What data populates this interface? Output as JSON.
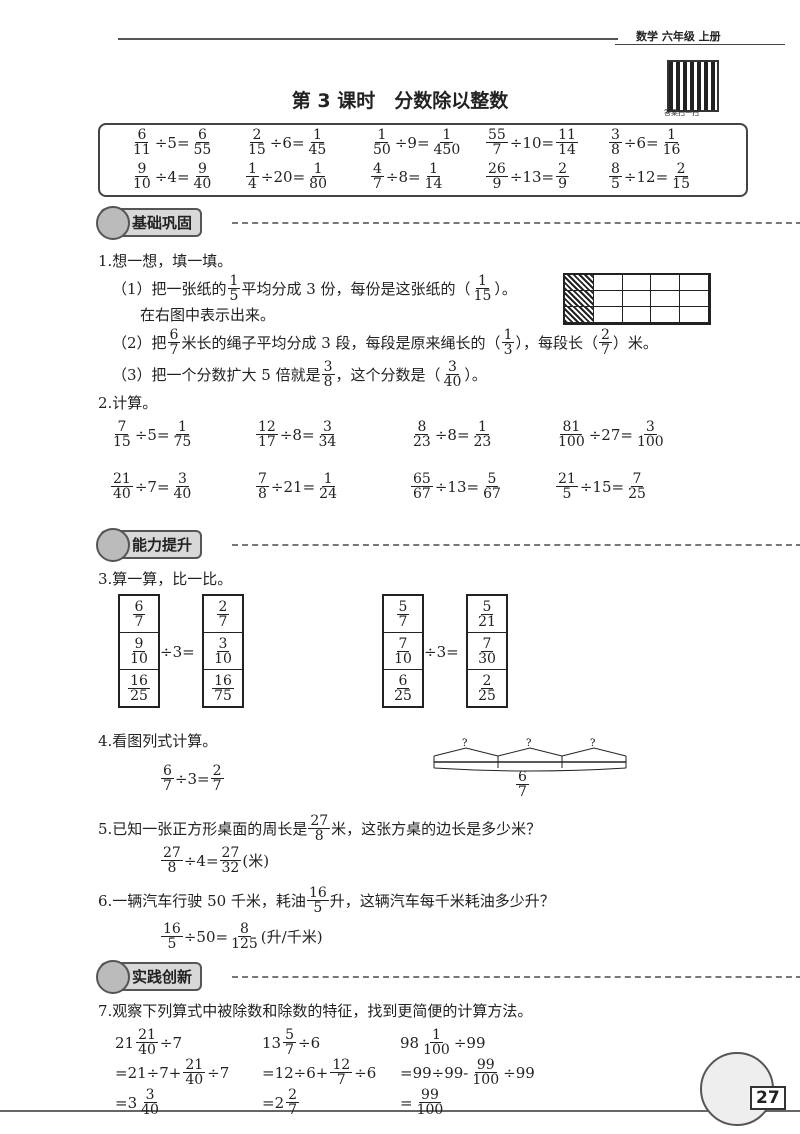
{
  "header": {
    "book": "数学 六年级 上册",
    "qr_caption": "答案扫一扫"
  },
  "title": "第 3 课时　分数除以整数",
  "warmup": [
    [
      [
        "6",
        "11"
      ],
      "÷5=",
      [
        "6",
        "55"
      ]
    ],
    [
      [
        "2",
        "15"
      ],
      "÷6=",
      [
        "1",
        "45"
      ]
    ],
    [
      [
        "1",
        "50"
      ],
      "÷9=",
      [
        "1",
        "450"
      ]
    ],
    [
      [
        "55",
        "7"
      ],
      "÷10=",
      [
        "11",
        "14"
      ]
    ],
    [
      [
        "3",
        "8"
      ],
      "÷6=",
      [
        "1",
        "16"
      ]
    ],
    [
      [
        "9",
        "10"
      ],
      "÷4=",
      [
        "9",
        "40"
      ]
    ],
    [
      [
        "1",
        "4"
      ],
      "÷20=",
      [
        "1",
        "80"
      ]
    ],
    [
      [
        "4",
        "7"
      ],
      "÷8=",
      [
        "1",
        "14"
      ]
    ],
    [
      [
        "26",
        "9"
      ],
      "÷13=",
      [
        "2",
        "9"
      ]
    ],
    [
      [
        "8",
        "5"
      ],
      "÷12=",
      [
        "2",
        "15"
      ]
    ]
  ],
  "sections": {
    "basic": "基础巩固",
    "advanced": "能力提升",
    "practice": "实践创新"
  },
  "q1": {
    "stem": "1.想一想，填一填。",
    "p1a": "（1）把一张纸的",
    "p1b": "平均分成 3 份，每份是这张纸的（",
    "p1c": "）。",
    "p1frac": [
      "1",
      "5"
    ],
    "p1ans": [
      "1",
      "15"
    ],
    "p1line2": "在右图中表示出来。",
    "p2a": "（2）把",
    "p2frac": [
      "6",
      "7"
    ],
    "p2b": "米长的绳子平均分成 3 段，每段是原来绳长的（",
    "p2ans1": [
      "1",
      "3"
    ],
    "p2c": "），每段长（",
    "p2ans2": [
      "2",
      "7"
    ],
    "p2d": "）米。",
    "p3a": "（3）把一个分数扩大 5 倍就是",
    "p3frac": [
      "3",
      "8"
    ],
    "p3b": "，这个分数是（",
    "p3ans": [
      "3",
      "40"
    ],
    "p3c": "）。"
  },
  "q2": {
    "stem": "2.计算。",
    "items": [
      [
        [
          "7",
          "15"
        ],
        "÷5=",
        [
          "1",
          "75"
        ]
      ],
      [
        [
          "12",
          "17"
        ],
        "÷8=",
        [
          "3",
          "34"
        ]
      ],
      [
        [
          "8",
          "23"
        ],
        "÷8=",
        [
          "1",
          "23"
        ]
      ],
      [
        [
          "81",
          "100"
        ],
        "÷27=",
        [
          "3",
          "100"
        ]
      ],
      [
        [
          "21",
          "40"
        ],
        "÷7=",
        [
          "3",
          "40"
        ]
      ],
      [
        [
          "7",
          "8"
        ],
        "÷21=",
        [
          "1",
          "24"
        ]
      ],
      [
        [
          "65",
          "67"
        ],
        "÷13=",
        [
          "5",
          "67"
        ]
      ],
      [
        [
          "21",
          "5"
        ],
        "÷15=",
        [
          "7",
          "25"
        ]
      ]
    ]
  },
  "q3": {
    "stem": "3.算一算，比一比。",
    "op": "÷3=",
    "left_in": [
      [
        "6",
        "7"
      ],
      [
        "9",
        "10"
      ],
      [
        "16",
        "25"
      ]
    ],
    "left_out": [
      [
        "2",
        "7"
      ],
      [
        "3",
        "10"
      ],
      [
        "16",
        "75"
      ]
    ],
    "right_in": [
      [
        "5",
        "7"
      ],
      [
        "7",
        "10"
      ],
      [
        "6",
        "25"
      ]
    ],
    "right_out": [
      [
        "5",
        "21"
      ],
      [
        "7",
        "30"
      ],
      [
        "2",
        "25"
      ]
    ]
  },
  "q4": {
    "stem": "4.看图列式计算。",
    "lhs": [
      "6",
      "7"
    ],
    "op": "÷3=",
    "rhs": [
      "2",
      "7"
    ],
    "diagram_mark": "?",
    "diagram_total": [
      "6",
      "7"
    ]
  },
  "q5": {
    "stem_a": "5.已知一张正方形桌面的周长是",
    "frac": [
      "27",
      "8"
    ],
    "stem_b": "米，这张方桌的边长是多少米？",
    "lhs": [
      "27",
      "8"
    ],
    "op": "÷4=",
    "rhs": [
      "27",
      "32"
    ],
    "unit": "(米)"
  },
  "q6": {
    "stem_a": "6.一辆汽车行驶 50 千米，耗油",
    "frac": [
      "16",
      "5"
    ],
    "stem_b": "升，这辆汽车每千米耗油多少升？",
    "lhs": [
      "16",
      "5"
    ],
    "op": "÷50=",
    "rhs": [
      "8",
      "125"
    ],
    "unit": "(升/千米)"
  },
  "q7": {
    "stem": "7.观察下列算式中被除数和除数的特征，找到更简便的计算方法。",
    "col1": {
      "l1a": "21",
      "l1f": [
        "21",
        "40"
      ],
      "l1b": "÷7",
      "l2a": "=21÷7+",
      "l2f": [
        "21",
        "40"
      ],
      "l2b": "÷7",
      "l3a": "=3",
      "l3f": [
        "3",
        "40"
      ]
    },
    "col2": {
      "l1a": "13",
      "l1f": [
        "5",
        "7"
      ],
      "l1b": "÷6",
      "l2a": "=12÷6+",
      "l2f": [
        "12",
        "7"
      ],
      "l2b": "÷6",
      "l3a": "=2",
      "l3f": [
        "2",
        "7"
      ]
    },
    "col3": {
      "l1a": "98",
      "l1f": [
        "1",
        "100"
      ],
      "l1b": "÷99",
      "l2a": "=99÷99-",
      "l2f": [
        "99",
        "100"
      ],
      "l2b": "÷99",
      "l3a": "=",
      "l3f": [
        "99",
        "100"
      ]
    }
  },
  "page_number": "27"
}
